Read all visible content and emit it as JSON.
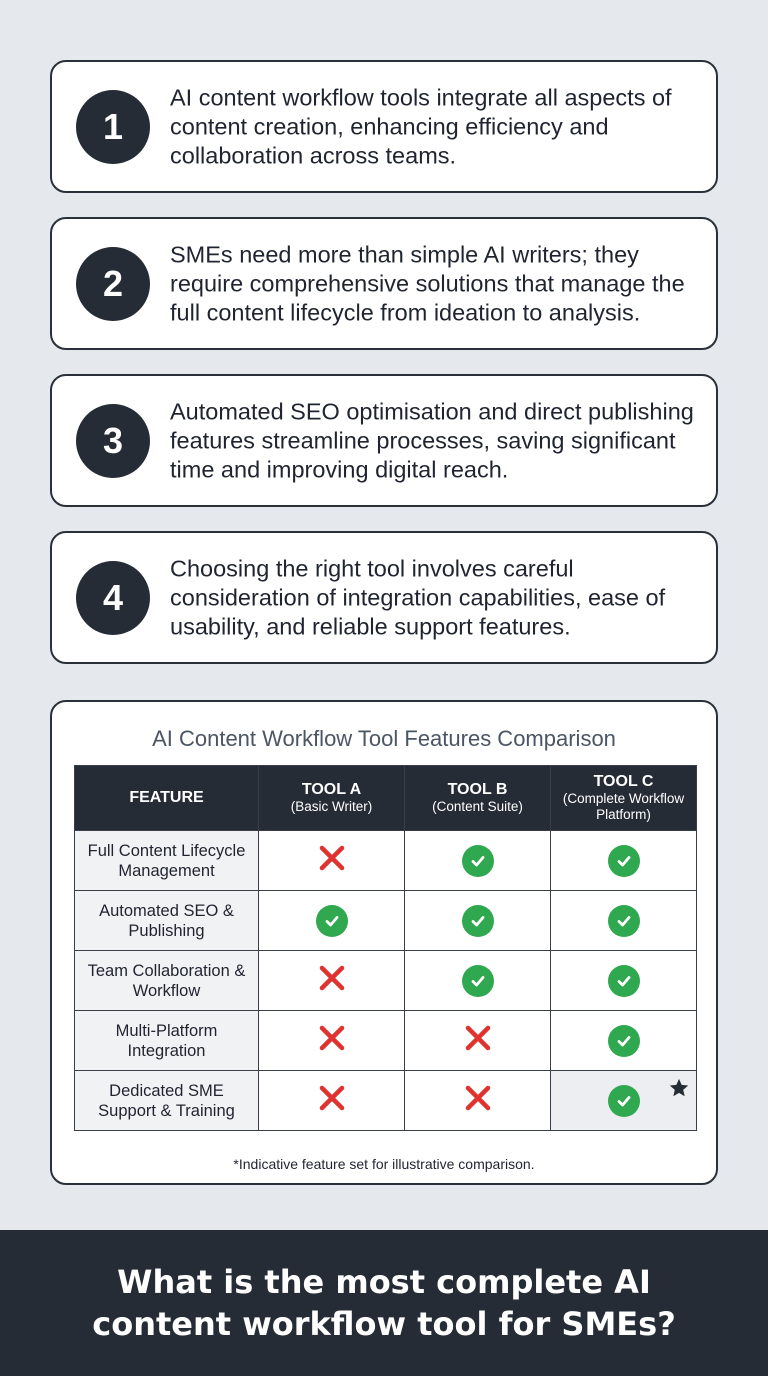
{
  "colors": {
    "background": "#e5e8ec",
    "dark": "#262c36",
    "check_green": "#2fa84f",
    "cross_red": "#e0322f"
  },
  "points": [
    {
      "number": "1",
      "text": "AI content workflow tools integrate all aspects of content creation, enhancing efficiency and collaboration across teams."
    },
    {
      "number": "2",
      "text": "SMEs need more than simple AI writers; they require comprehensive solutions that manage the full content lifecycle from ideation to analysis."
    },
    {
      "number": "3",
      "text": "Automated SEO optimisation and direct publishing features streamline processes, saving significant time and improving digital reach."
    },
    {
      "number": "4",
      "text": "Choosing the right tool involves careful consideration of integration capabilities, ease of usability, and reliable support features."
    }
  ],
  "comparison": {
    "title": "AI Content Workflow Tool Features Comparison",
    "header_feature": "FEATURE",
    "tools": [
      {
        "name": "TOOL A",
        "subtitle": "(Basic Writer)"
      },
      {
        "name": "TOOL B",
        "subtitle": "(Content Suite)"
      },
      {
        "name": "TOOL C",
        "subtitle": "(Complete Workflow Platform)"
      }
    ],
    "rows": [
      {
        "feature": "Full Content Lifecycle Management",
        "values": [
          "cross",
          "check",
          "check"
        ]
      },
      {
        "feature": "Automated SEO & Publishing",
        "values": [
          "check",
          "check",
          "check"
        ]
      },
      {
        "feature": "Team Collaboration & Workflow",
        "values": [
          "cross",
          "check",
          "check"
        ]
      },
      {
        "feature": "Multi-Platform Integration",
        "values": [
          "cross",
          "cross",
          "check"
        ]
      },
      {
        "feature": "Dedicated SME Support & Training",
        "values": [
          "cross",
          "cross",
          "check"
        ],
        "highlight": "star-icon"
      }
    ],
    "footnote": "*Indicative feature set for illustrative comparison."
  },
  "banner": {
    "question": "What is the most complete AI content workflow tool for SMEs?"
  }
}
